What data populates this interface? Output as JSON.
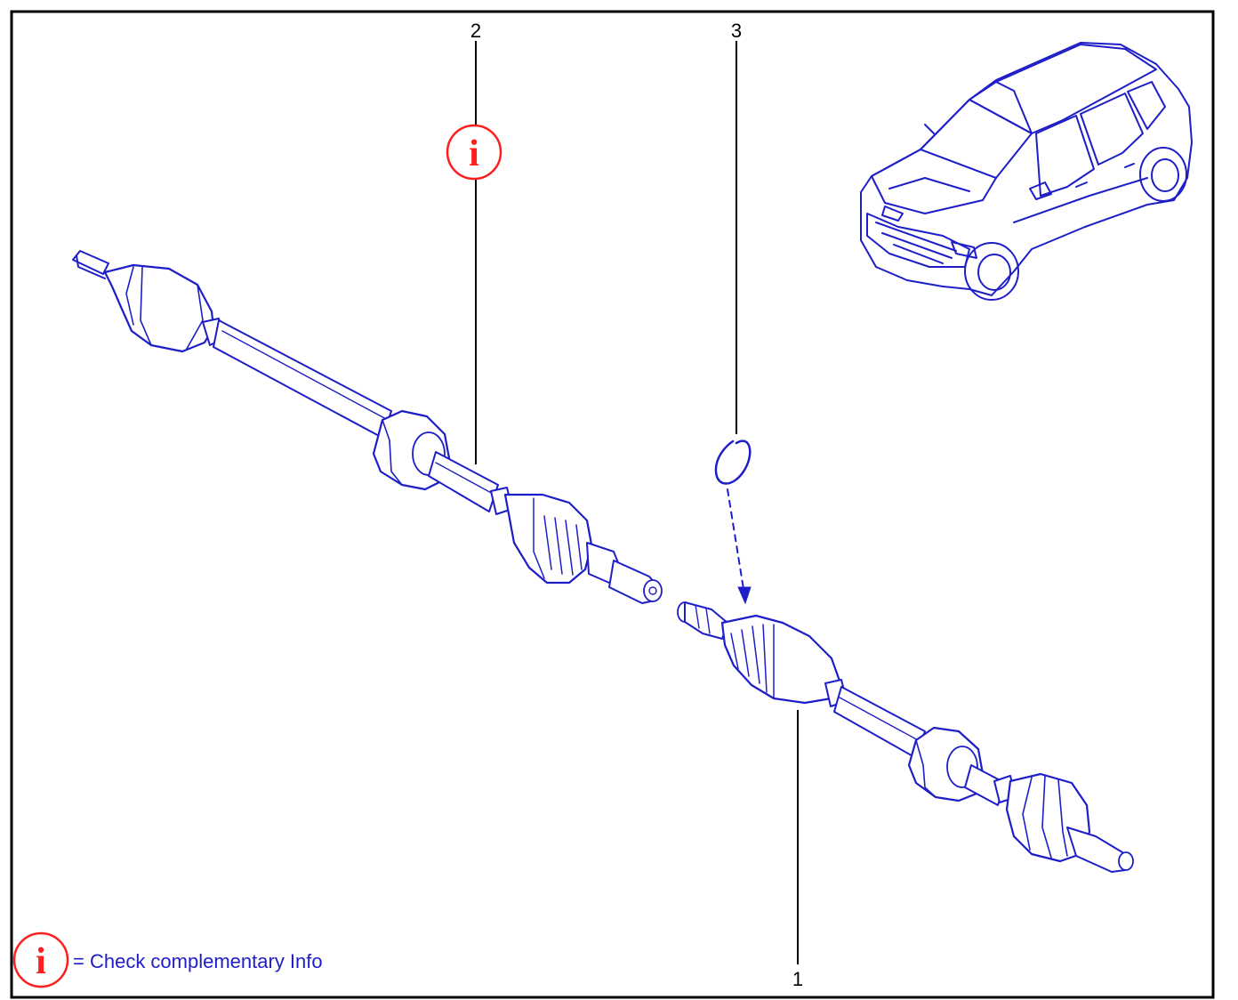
{
  "callouts": [
    {
      "id": "1",
      "label": "1",
      "part": "drive shaft"
    },
    {
      "id": "2",
      "label": "2",
      "part": "drive shaft",
      "has_info": true
    },
    {
      "id": "3",
      "label": "3",
      "part": "circlip"
    }
  ],
  "legend": {
    "text": "= Check complementary Info",
    "icon": "info-icon"
  },
  "info_icon": {
    "glyph": "i",
    "color": "#ff1e1e"
  },
  "colors": {
    "line_art": "#1e1ec8",
    "leader": "#000000",
    "info": "#ff1e1e",
    "frame": "#000000"
  }
}
